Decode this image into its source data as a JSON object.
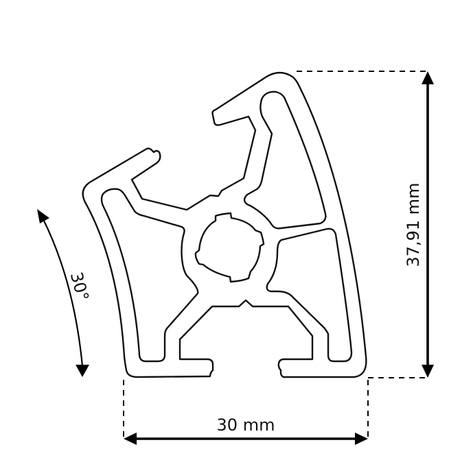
{
  "diagram": {
    "subject": "Aluminium extrusion profile cross-section, 30° angled segment",
    "colors": {
      "background": "#ffffff",
      "stroke": "#111111"
    },
    "dimensions": {
      "width": {
        "value": "30",
        "unit": "mm",
        "label": "30 mm"
      },
      "height": {
        "value": "37,91",
        "unit": "mm",
        "label": "37,91 mm"
      },
      "angle": {
        "value": "30",
        "unit": "°",
        "label": "30°"
      }
    },
    "features": [
      "outer-arc-wall",
      "inner-arc-wall",
      "central-bore-with-4-keys",
      "t-slot-top",
      "t-slot-left",
      "t-slot-bottom",
      "hollow-chambers"
    ]
  }
}
